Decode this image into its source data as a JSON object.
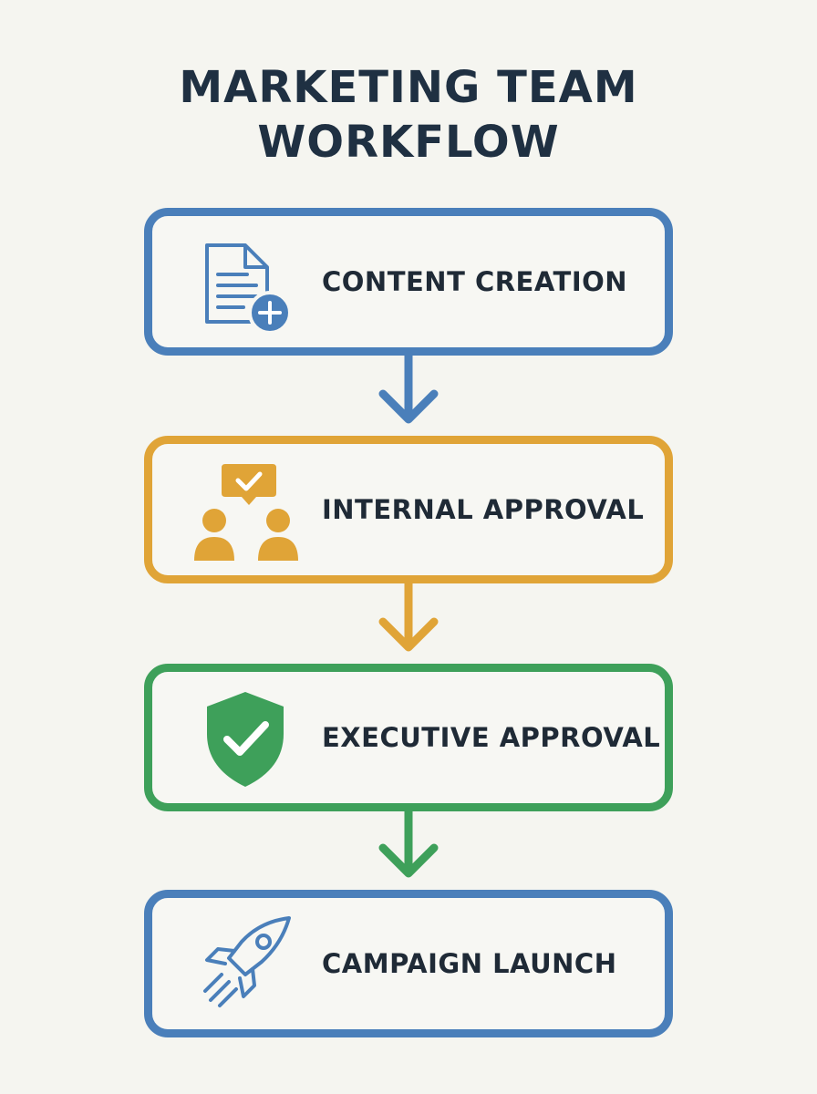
{
  "title": {
    "line1": "MARKETING TEAM",
    "line2": "WORKFLOW"
  },
  "steps": [
    {
      "label": "CONTENT CREATION",
      "icon": "document-add-icon",
      "color": "#4a7fba"
    },
    {
      "label": "INTERNAL APPROVAL",
      "icon": "team-review-icon",
      "color": "#e0a437"
    },
    {
      "label": "EXECUTIVE APPROVAL",
      "icon": "shield-check-icon",
      "color": "#3ea05a"
    },
    {
      "label": "CAMPAIGN LAUNCH",
      "icon": "rocket-icon",
      "color": "#4a7fba"
    }
  ]
}
